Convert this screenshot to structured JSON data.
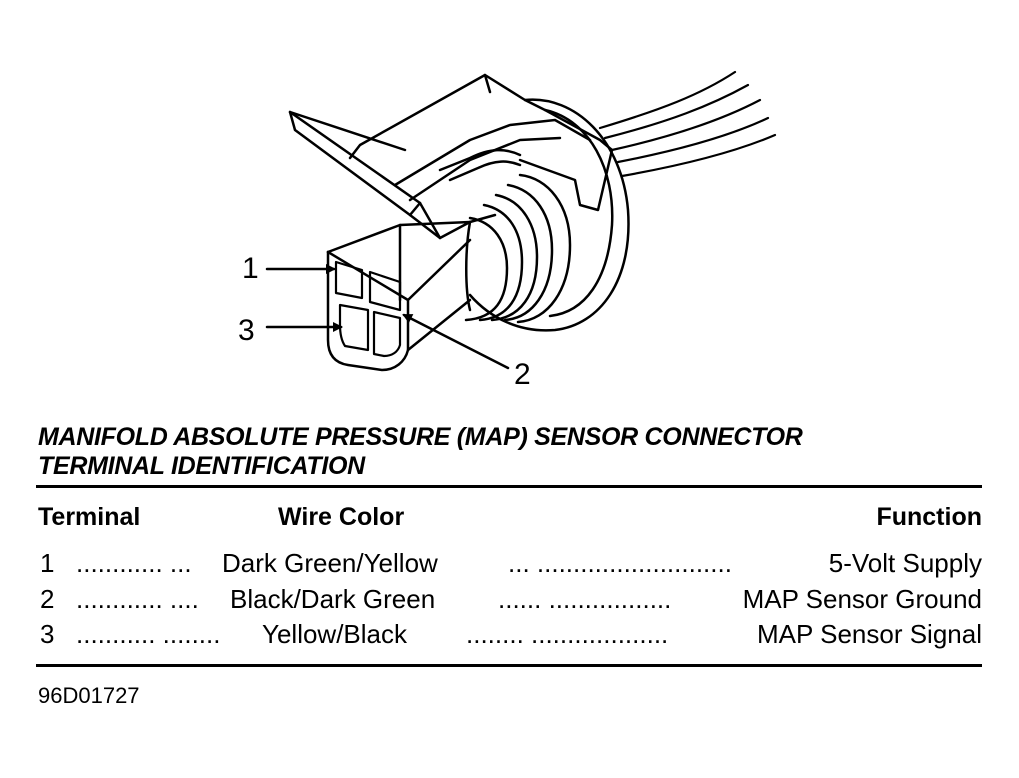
{
  "callouts": {
    "terminal_1": "1",
    "terminal_2": "2",
    "terminal_3": "3"
  },
  "title": {
    "line1": "MANIFOLD ABSOLUTE PRESSURE (MAP) SENSOR CONNECTOR",
    "line2": "TERMINAL IDENTIFICATION"
  },
  "table": {
    "headers": {
      "terminal": "Terminal",
      "wire_color": "Wire Color",
      "function": "Function"
    },
    "rows": [
      {
        "terminal": "1",
        "leader_left": "............ ...",
        "wire_color": "Dark Green/Yellow",
        "leader_right": "... ...........................",
        "function": "5-Volt Supply"
      },
      {
        "terminal": "2",
        "leader_left": "............ ....",
        "wire_color": "Black/Dark Green",
        "leader_right": "...... .................",
        "function": "MAP Sensor Ground"
      },
      {
        "terminal": "3",
        "leader_left": "........... ........",
        "wire_color": "Yellow/Black",
        "leader_right": "........ ...................",
        "function": "MAP Sensor Signal"
      }
    ]
  },
  "figure_id": "96D01727"
}
